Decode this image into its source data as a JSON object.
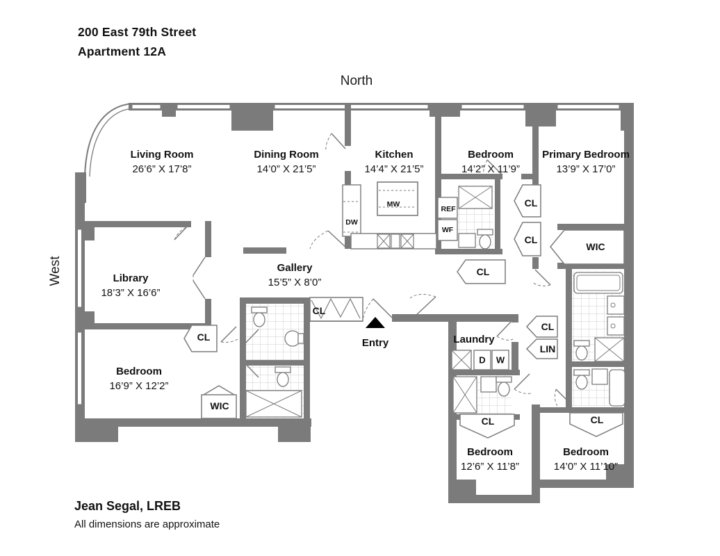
{
  "title": {
    "line1": "200 East 79th Street",
    "line2": "Apartment 12A"
  },
  "compass": {
    "north": "North",
    "west": "West"
  },
  "rooms": [
    {
      "name": "Living Room",
      "dims": "26’6” X 17’8”"
    },
    {
      "name": "Dining Room",
      "dims": "14’0” X 21’5”"
    },
    {
      "name": "Kitchen",
      "dims": "14’4” X 21’5”"
    },
    {
      "name": "Bedroom",
      "dims": "14’2” X 11’9”"
    },
    {
      "name": "Primary Bedroom",
      "dims": "13’9” X 17’0”"
    },
    {
      "name": "Library",
      "dims": "18’3” X 16’6”"
    },
    {
      "name": "Gallery",
      "dims": "15’5” X 8’0”"
    },
    {
      "name": "Bedroom",
      "dims": "16’9” X 12’2”"
    },
    {
      "name": "Bedroom",
      "dims": "12’6” X 11’8”"
    },
    {
      "name": "Bedroom",
      "dims": "14’0” X 11’10”"
    }
  ],
  "laundry": {
    "label": "Laundry"
  },
  "entry": {
    "label": "Entry"
  },
  "closets": [
    {
      "label": "CL"
    },
    {
      "label": "CL"
    },
    {
      "label": "CL"
    },
    {
      "label": "WIC"
    },
    {
      "label": "CL"
    },
    {
      "label": "LIN"
    },
    {
      "label": "CL"
    },
    {
      "label": "CL"
    },
    {
      "label": "WIC"
    },
    {
      "label": "CL"
    },
    {
      "label": "CL"
    }
  ],
  "appliances": [
    {
      "label": "DW"
    },
    {
      "label": "MW"
    },
    {
      "label": "REF"
    },
    {
      "label": "WF"
    },
    {
      "label": "D"
    },
    {
      "label": "W"
    }
  ],
  "footer": {
    "agent": "Jean Segal, LREB",
    "disclaimer": "All dimensions are approximate"
  },
  "colors": {
    "wall": "#7b7b7b",
    "text": "#111111",
    "entry_marker": "#000000",
    "tile_line": "#cccccc"
  }
}
